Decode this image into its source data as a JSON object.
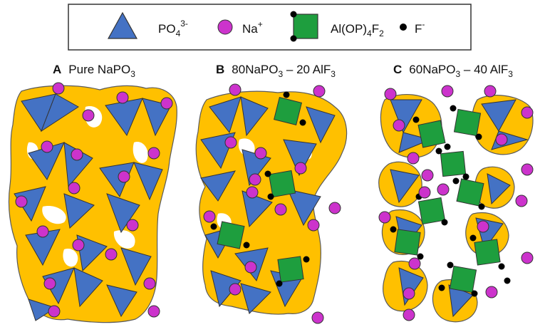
{
  "legend": {
    "phosphate_main": "PO",
    "phosphate_sub": "4",
    "phosphate_sup": "3-",
    "sodium_main": "Na",
    "sodium_sup": "+",
    "aluminum_pre": "Al(OP)",
    "aluminum_sub1": "4",
    "aluminum_mid": "F",
    "aluminum_sub2": "2",
    "fluoride_main": "F",
    "fluoride_sup": "-"
  },
  "panels": [
    {
      "letter": "A",
      "title_pre": "Pure NaPO",
      "title_sub": "3",
      "title_post": ""
    },
    {
      "letter": "B",
      "title_pre": "80NaPO",
      "title_sub": "3",
      "title_post": " – 20 AlF",
      "title_sub2": "3"
    },
    {
      "letter": "C",
      "title_pre": "60NaPO",
      "title_sub": "3",
      "title_post": " – 40 AlF",
      "title_sub2": "3"
    }
  ],
  "colors": {
    "phosphate": "#4472c4",
    "sodium": "#cc33cc",
    "aluminum": "#1e9e3e",
    "fluoride": "#000000",
    "matrix": "#ffc000",
    "outline": "#5a5a5a"
  }
}
